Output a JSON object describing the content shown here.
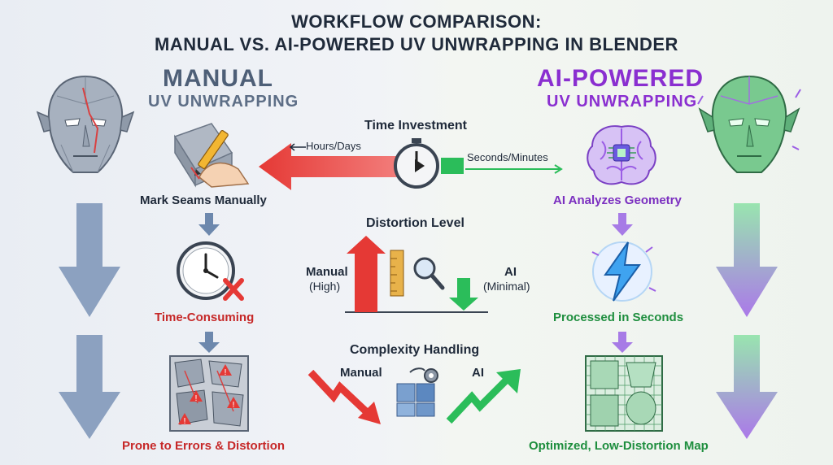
{
  "title": {
    "line1": "WORKFLOW COMPARISON:",
    "line2": "MANUAL VS. AI-POWERED UV UNWRAPPING IN BLENDER"
  },
  "manual": {
    "heading_big": "MANUAL",
    "heading_small": "UV UNWRAPPING",
    "steps": [
      "Mark Seams Manually",
      "Time-Consuming",
      "Prone to Errors & Distortion"
    ],
    "icons": [
      "mannequin-head-icon",
      "pencil-hand-icon",
      "clock-x-icon",
      "broken-uv-map-icon"
    ]
  },
  "ai": {
    "heading_big": "AI-POWERED",
    "heading_small": "UV UNWRAPPING",
    "steps": [
      "AI Analyzes Geometry",
      "Processed in Seconds",
      "Optimized, Low-Distortion Map"
    ],
    "icons": [
      "alien-head-icon",
      "brain-chip-icon",
      "lightning-icon",
      "clean-uv-map-icon"
    ]
  },
  "center": {
    "time": {
      "title": "Time Investment",
      "manual_label": "Hours/Days",
      "ai_label": "Seconds/Minutes"
    },
    "distortion": {
      "title": "Distortion Level",
      "manual_label": "Manual",
      "manual_sub": "(High)",
      "ai_label": "AI",
      "ai_sub": "(Minimal)"
    },
    "complexity": {
      "title": "Complexity Handling",
      "manual_label": "Manual",
      "ai_label": "AI"
    }
  },
  "colors": {
    "manual_heading": "#4e5f77",
    "ai_heading": "#8a2fd0",
    "red": "#e53935",
    "green": "#2bbd5a",
    "purple": "#9b5de5",
    "steel": "#6d88ad",
    "dark_text": "#1f2a3a",
    "manual_step_text": "#c62828",
    "ai_step_text": "#1e8e3e"
  }
}
